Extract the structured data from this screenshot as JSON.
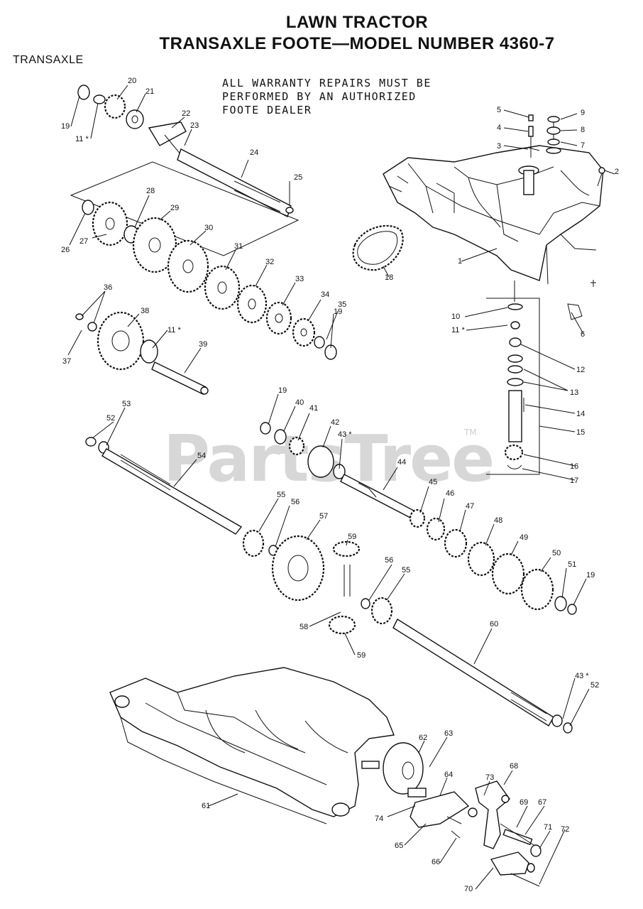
{
  "header": {
    "title_line1": "LAWN TRACTOR",
    "title_line2": "TRANSAXLE FOOTE—MODEL NUMBER 4360-7",
    "section_label": "TRANSAXLE"
  },
  "note": {
    "line1": "ALL WARRANTY REPAIRS MUST BE",
    "line2": "PERFORMED BY AN AUTHORIZED",
    "line3": "FOOTE DEALER"
  },
  "watermark": {
    "text": "PartsTree",
    "trademark": "TM"
  },
  "callouts": [
    {
      "n": "1",
      "t": "1"
    },
    {
      "n": "2",
      "t": "2"
    },
    {
      "n": "3",
      "t": "3"
    },
    {
      "n": "4",
      "t": "4"
    },
    {
      "n": "5",
      "t": "5"
    },
    {
      "n": "6",
      "t": "6"
    },
    {
      "n": "7",
      "t": "7"
    },
    {
      "n": "8",
      "t": "8"
    },
    {
      "n": "9",
      "t": "9"
    },
    {
      "n": "10",
      "t": "10"
    },
    {
      "n": "11a",
      "t": "11 *"
    },
    {
      "n": "11b",
      "t": "11 *"
    },
    {
      "n": "11c",
      "t": "11 *"
    },
    {
      "n": "12",
      "t": "12"
    },
    {
      "n": "13",
      "t": "13"
    },
    {
      "n": "14",
      "t": "14"
    },
    {
      "n": "15",
      "t": "15"
    },
    {
      "n": "16",
      "t": "16"
    },
    {
      "n": "17",
      "t": "17"
    },
    {
      "n": "18",
      "t": "18"
    },
    {
      "n": "19a",
      "t": "19"
    },
    {
      "n": "19b",
      "t": "19"
    },
    {
      "n": "19c",
      "t": "19"
    },
    {
      "n": "19d",
      "t": "19"
    },
    {
      "n": "20",
      "t": "20"
    },
    {
      "n": "21",
      "t": "21"
    },
    {
      "n": "22",
      "t": "22"
    },
    {
      "n": "23",
      "t": "23"
    },
    {
      "n": "24",
      "t": "24"
    },
    {
      "n": "25",
      "t": "25"
    },
    {
      "n": "26",
      "t": "26"
    },
    {
      "n": "27",
      "t": "27"
    },
    {
      "n": "28",
      "t": "28"
    },
    {
      "n": "29",
      "t": "29"
    },
    {
      "n": "30",
      "t": "30"
    },
    {
      "n": "31",
      "t": "31"
    },
    {
      "n": "32",
      "t": "32"
    },
    {
      "n": "33",
      "t": "33"
    },
    {
      "n": "34",
      "t": "34"
    },
    {
      "n": "35",
      "t": "35"
    },
    {
      "n": "36",
      "t": "36"
    },
    {
      "n": "37",
      "t": "37"
    },
    {
      "n": "38",
      "t": "38"
    },
    {
      "n": "39",
      "t": "39"
    },
    {
      "n": "40",
      "t": "40"
    },
    {
      "n": "41",
      "t": "41"
    },
    {
      "n": "42",
      "t": "42"
    },
    {
      "n": "43a",
      "t": "43 *"
    },
    {
      "n": "43b",
      "t": "43 *"
    },
    {
      "n": "44",
      "t": "44"
    },
    {
      "n": "45",
      "t": "45"
    },
    {
      "n": "46",
      "t": "46"
    },
    {
      "n": "47",
      "t": "47"
    },
    {
      "n": "48",
      "t": "48"
    },
    {
      "n": "49",
      "t": "49"
    },
    {
      "n": "50",
      "t": "50"
    },
    {
      "n": "51",
      "t": "51"
    },
    {
      "n": "52a",
      "t": "52"
    },
    {
      "n": "52b",
      "t": "52"
    },
    {
      "n": "53",
      "t": "53"
    },
    {
      "n": "54",
      "t": "54"
    },
    {
      "n": "55a",
      "t": "55"
    },
    {
      "n": "55b",
      "t": "55"
    },
    {
      "n": "56a",
      "t": "56"
    },
    {
      "n": "56b",
      "t": "56"
    },
    {
      "n": "57",
      "t": "57"
    },
    {
      "n": "58",
      "t": "58"
    },
    {
      "n": "59a",
      "t": "59"
    },
    {
      "n": "59b",
      "t": "59"
    },
    {
      "n": "60",
      "t": "60"
    },
    {
      "n": "61",
      "t": "61"
    },
    {
      "n": "62",
      "t": "62"
    },
    {
      "n": "63",
      "t": "63"
    },
    {
      "n": "64",
      "t": "64"
    },
    {
      "n": "65",
      "t": "65"
    },
    {
      "n": "66",
      "t": "66"
    },
    {
      "n": "67",
      "t": "67"
    },
    {
      "n": "68",
      "t": "68"
    },
    {
      "n": "69",
      "t": "69"
    },
    {
      "n": "70",
      "t": "70"
    },
    {
      "n": "71",
      "t": "71"
    },
    {
      "n": "72",
      "t": "72"
    },
    {
      "n": "73",
      "t": "73"
    },
    {
      "n": "74",
      "t": "74"
    }
  ]
}
